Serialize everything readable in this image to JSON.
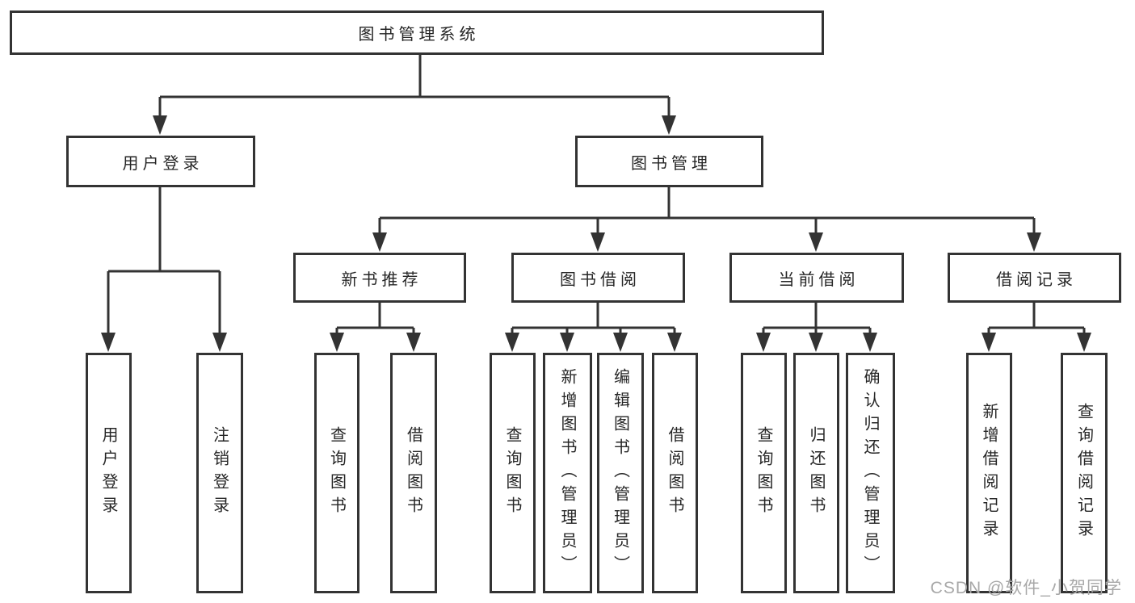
{
  "diagram": {
    "title_node": "图书管理系统",
    "watermark": "CSDN @软件_小贺同学",
    "colors": {
      "line": "#333333",
      "box_border": "#333333",
      "text": "#262626",
      "watermark": "#a8a8a8",
      "background": "#ffffff"
    },
    "root": {
      "label": "图书管理系统"
    },
    "branches": [
      {
        "label": "用户登录",
        "children": [
          {
            "label": "用户登录"
          },
          {
            "label": "注销登录"
          }
        ]
      },
      {
        "label": "图书管理",
        "children": [
          {
            "label": "新书推荐",
            "children": [
              {
                "label": "查询图书"
              },
              {
                "label": "借阅图书"
              }
            ]
          },
          {
            "label": "图书借阅",
            "children": [
              {
                "label": "查询图书"
              },
              {
                "label": "新增图书（管理员）"
              },
              {
                "label": "编辑图书（管理员）"
              },
              {
                "label": "借阅图书"
              }
            ]
          },
          {
            "label": "当前借阅",
            "children": [
              {
                "label": "查询图书"
              },
              {
                "label": "归还图书"
              },
              {
                "label": "确认归还（管理员）"
              }
            ]
          },
          {
            "label": "借阅记录",
            "children": [
              {
                "label": "新增借阅记录"
              },
              {
                "label": "查询借阅记录"
              }
            ]
          }
        ]
      }
    ]
  }
}
